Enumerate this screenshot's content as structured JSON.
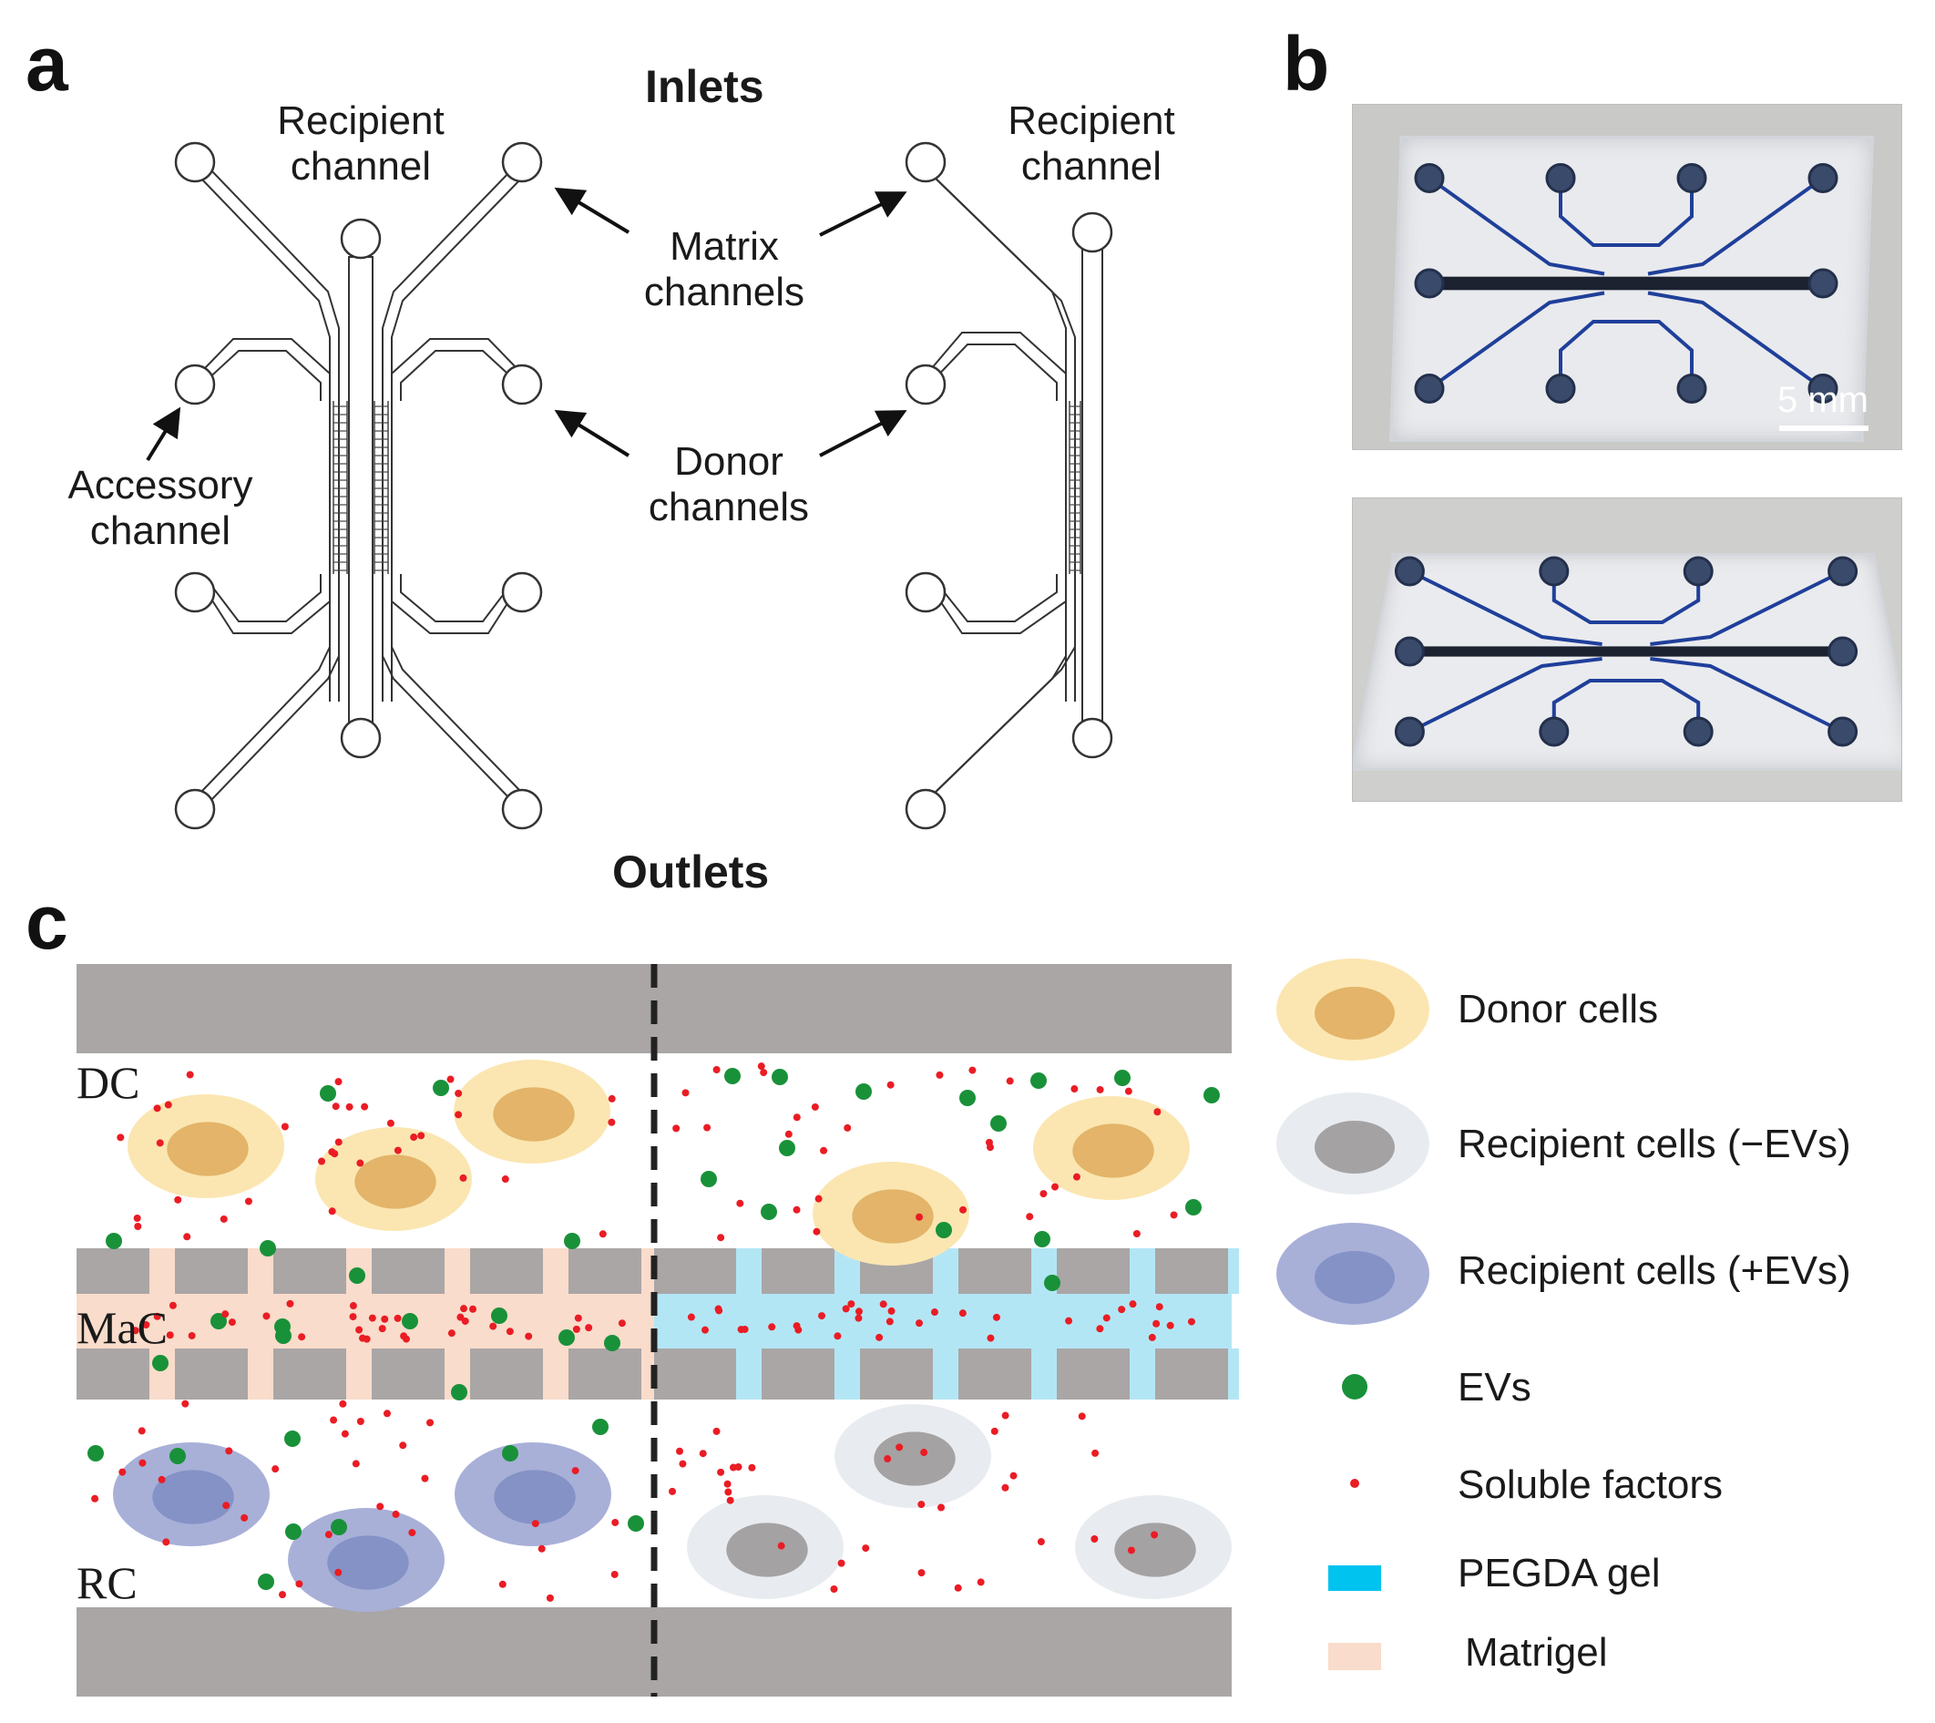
{
  "panel_a": {
    "letter": "a",
    "inlets": "Inlets",
    "outlets": "Outlets",
    "recipient_channel_left": [
      "Recipient",
      "channel"
    ],
    "recipient_channel_right": [
      "Recipient",
      "channel"
    ],
    "matrix_channels": [
      "Matrix",
      "channels"
    ],
    "donor_channels": [
      "Donor",
      "channels"
    ],
    "accessory_channel": [
      "Accessory",
      "channel"
    ]
  },
  "panel_b": {
    "letter": "b",
    "scale_bar": "5 mm",
    "channel_color": "#1f3f9a"
  },
  "panel_c": {
    "letter": "c",
    "regions": [
      "DC",
      "MaC",
      "RC"
    ],
    "legend": [
      {
        "label": "Donor cells",
        "icon": "donor-cell-icon"
      },
      {
        "label": "Recipient cells (−EVs)",
        "icon": "recipient-cell-icon"
      },
      {
        "label": "Recipient cells (+EVs)",
        "icon": "recipient-cell-ev-icon"
      },
      {
        "label": "EVs",
        "icon": "ev-dot-icon"
      },
      {
        "label": "Soluble factors",
        "icon": "soluble-factor-icon"
      },
      {
        "label": "PEGDA gel",
        "icon": "pegda-swatch-icon"
      },
      {
        "label": "Matrigel",
        "icon": "matrigel-swatch-icon"
      }
    ],
    "colors": {
      "wall": "#aaa6a6",
      "pegda": "#b3e6f5",
      "matrigel": "#f9dccb",
      "donor_outer": "#fbe6b1",
      "donor_inner": "#e3b469",
      "recip_outer": "#e8ecf1",
      "recip_inner": "#a5a2a3",
      "recip_ev_outer": "#a8b0d8",
      "recip_ev_inner": "#8592c6",
      "ev": "#199139",
      "soluble": "#ea1c24"
    }
  }
}
